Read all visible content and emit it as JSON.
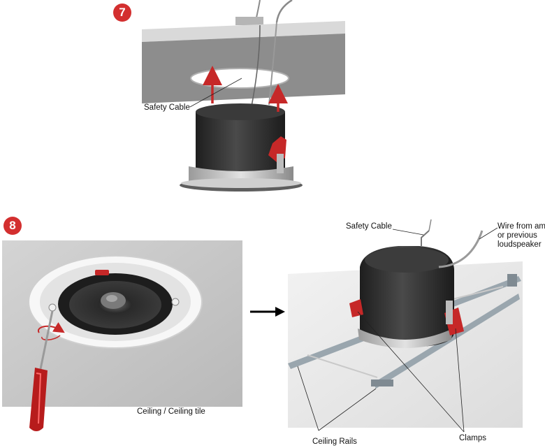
{
  "colors": {
    "badge": "#d32f2f",
    "arrow": "#c62828",
    "ceiling_gray": "#8a8a8a",
    "speaker_dark": "#2d2d2d",
    "rail_gray": "#8f9aa3"
  },
  "step7": {
    "badge": "7",
    "safety_cable_label": "Safety Cable"
  },
  "step8": {
    "badge": "8",
    "ceiling_label": "Ceiling / Ceiling tile",
    "safety_cable_label": "Safety Cable",
    "wire_label": "Wire from amp or previous loudspeaker",
    "ceiling_rails_label": "Ceiling Rails",
    "clamps_label": "Clamps"
  },
  "icons": {
    "transition": "right-arrow-icon",
    "rotate": "rotate-arrow-icon",
    "screwdriver": "screwdriver-icon"
  }
}
